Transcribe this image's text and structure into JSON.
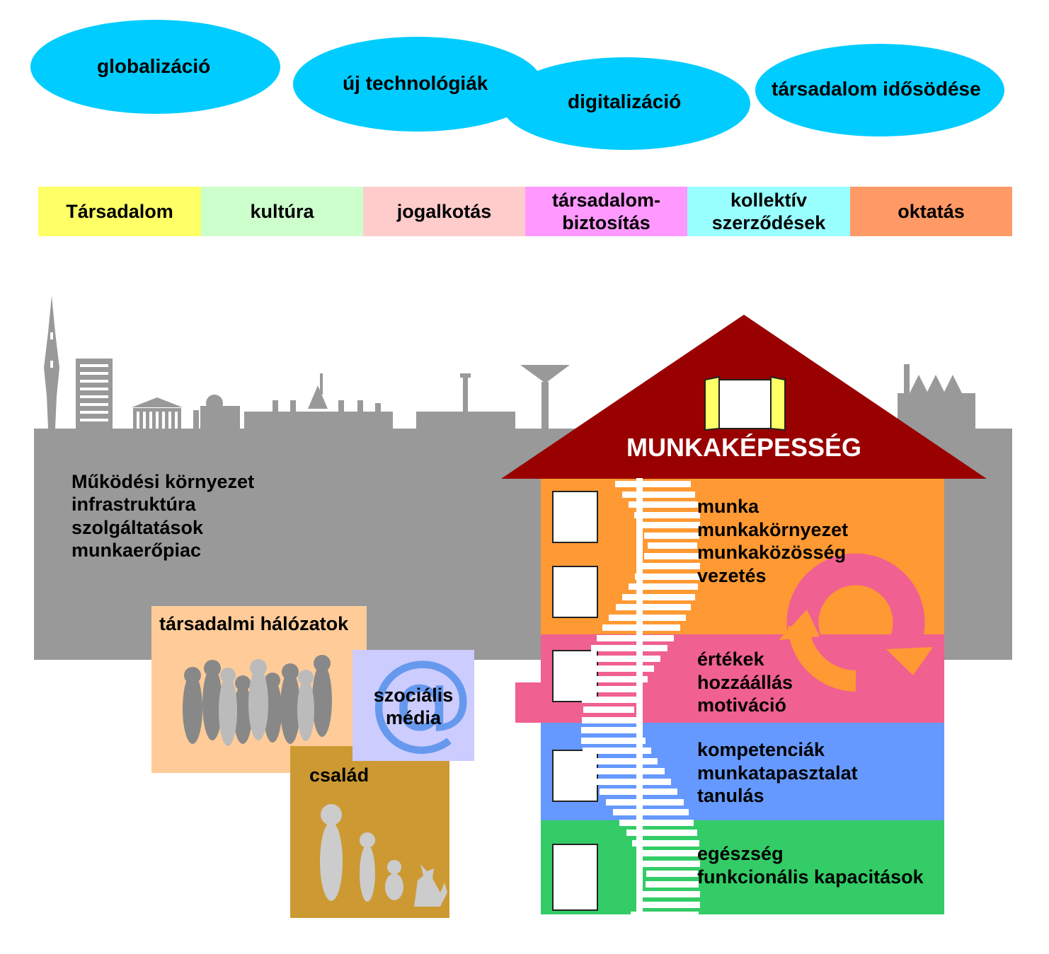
{
  "trends": [
    {
      "label": "globalizáció"
    },
    {
      "label": "új technológiák"
    },
    {
      "label": "digitalizáció"
    },
    {
      "label": "társadalom idősödése"
    }
  ],
  "band": [
    {
      "label": "Társadalom",
      "color": "#ffff66"
    },
    {
      "label": "kultúra",
      "color": "#ccffcc"
    },
    {
      "label": "jogalkotás",
      "color": "#ffcccc"
    },
    {
      "label": "társadalom-\nbiztosítás",
      "color": "#ff99ff"
    },
    {
      "label": "kollektív\nszerződések",
      "color": "#99ffff"
    },
    {
      "label": "oktatás",
      "color": "#ff9966"
    }
  ],
  "environment": {
    "lines": [
      "Működési környezet",
      "infrastruktúra",
      "szolgáltatások",
      "munkaerőpiac"
    ]
  },
  "house": {
    "title": "MUNKAKÉPESSÉG",
    "roof_color": "#990000",
    "floors": [
      {
        "text": "munka\nmunkakörnyezet\nmunkaközösség\nvezetés",
        "color": "#ff9933"
      },
      {
        "text": "értékek\nhozzáállás\nmotiváció",
        "color": "#f06090"
      },
      {
        "text": "kompetenciák\nmunkatapasztalat\ntanulás",
        "color": "#6699ff"
      },
      {
        "text": "egészség\nfunkcionális kapacitások",
        "color": "#33cc66"
      }
    ]
  },
  "social_networks": {
    "label": "társadalmi hálózatok",
    "color": "#ffcc99"
  },
  "social_media": {
    "label": "szociális\nmédia",
    "color": "#ccccff",
    "icon": "at-sign-icon"
  },
  "family": {
    "label": "család",
    "color": "#cc9933"
  },
  "colors": {
    "skyline": "#999999",
    "trend_bubble": "#00ccff",
    "cycle": "#f06090",
    "cycle_arrows": "#ff9933"
  }
}
